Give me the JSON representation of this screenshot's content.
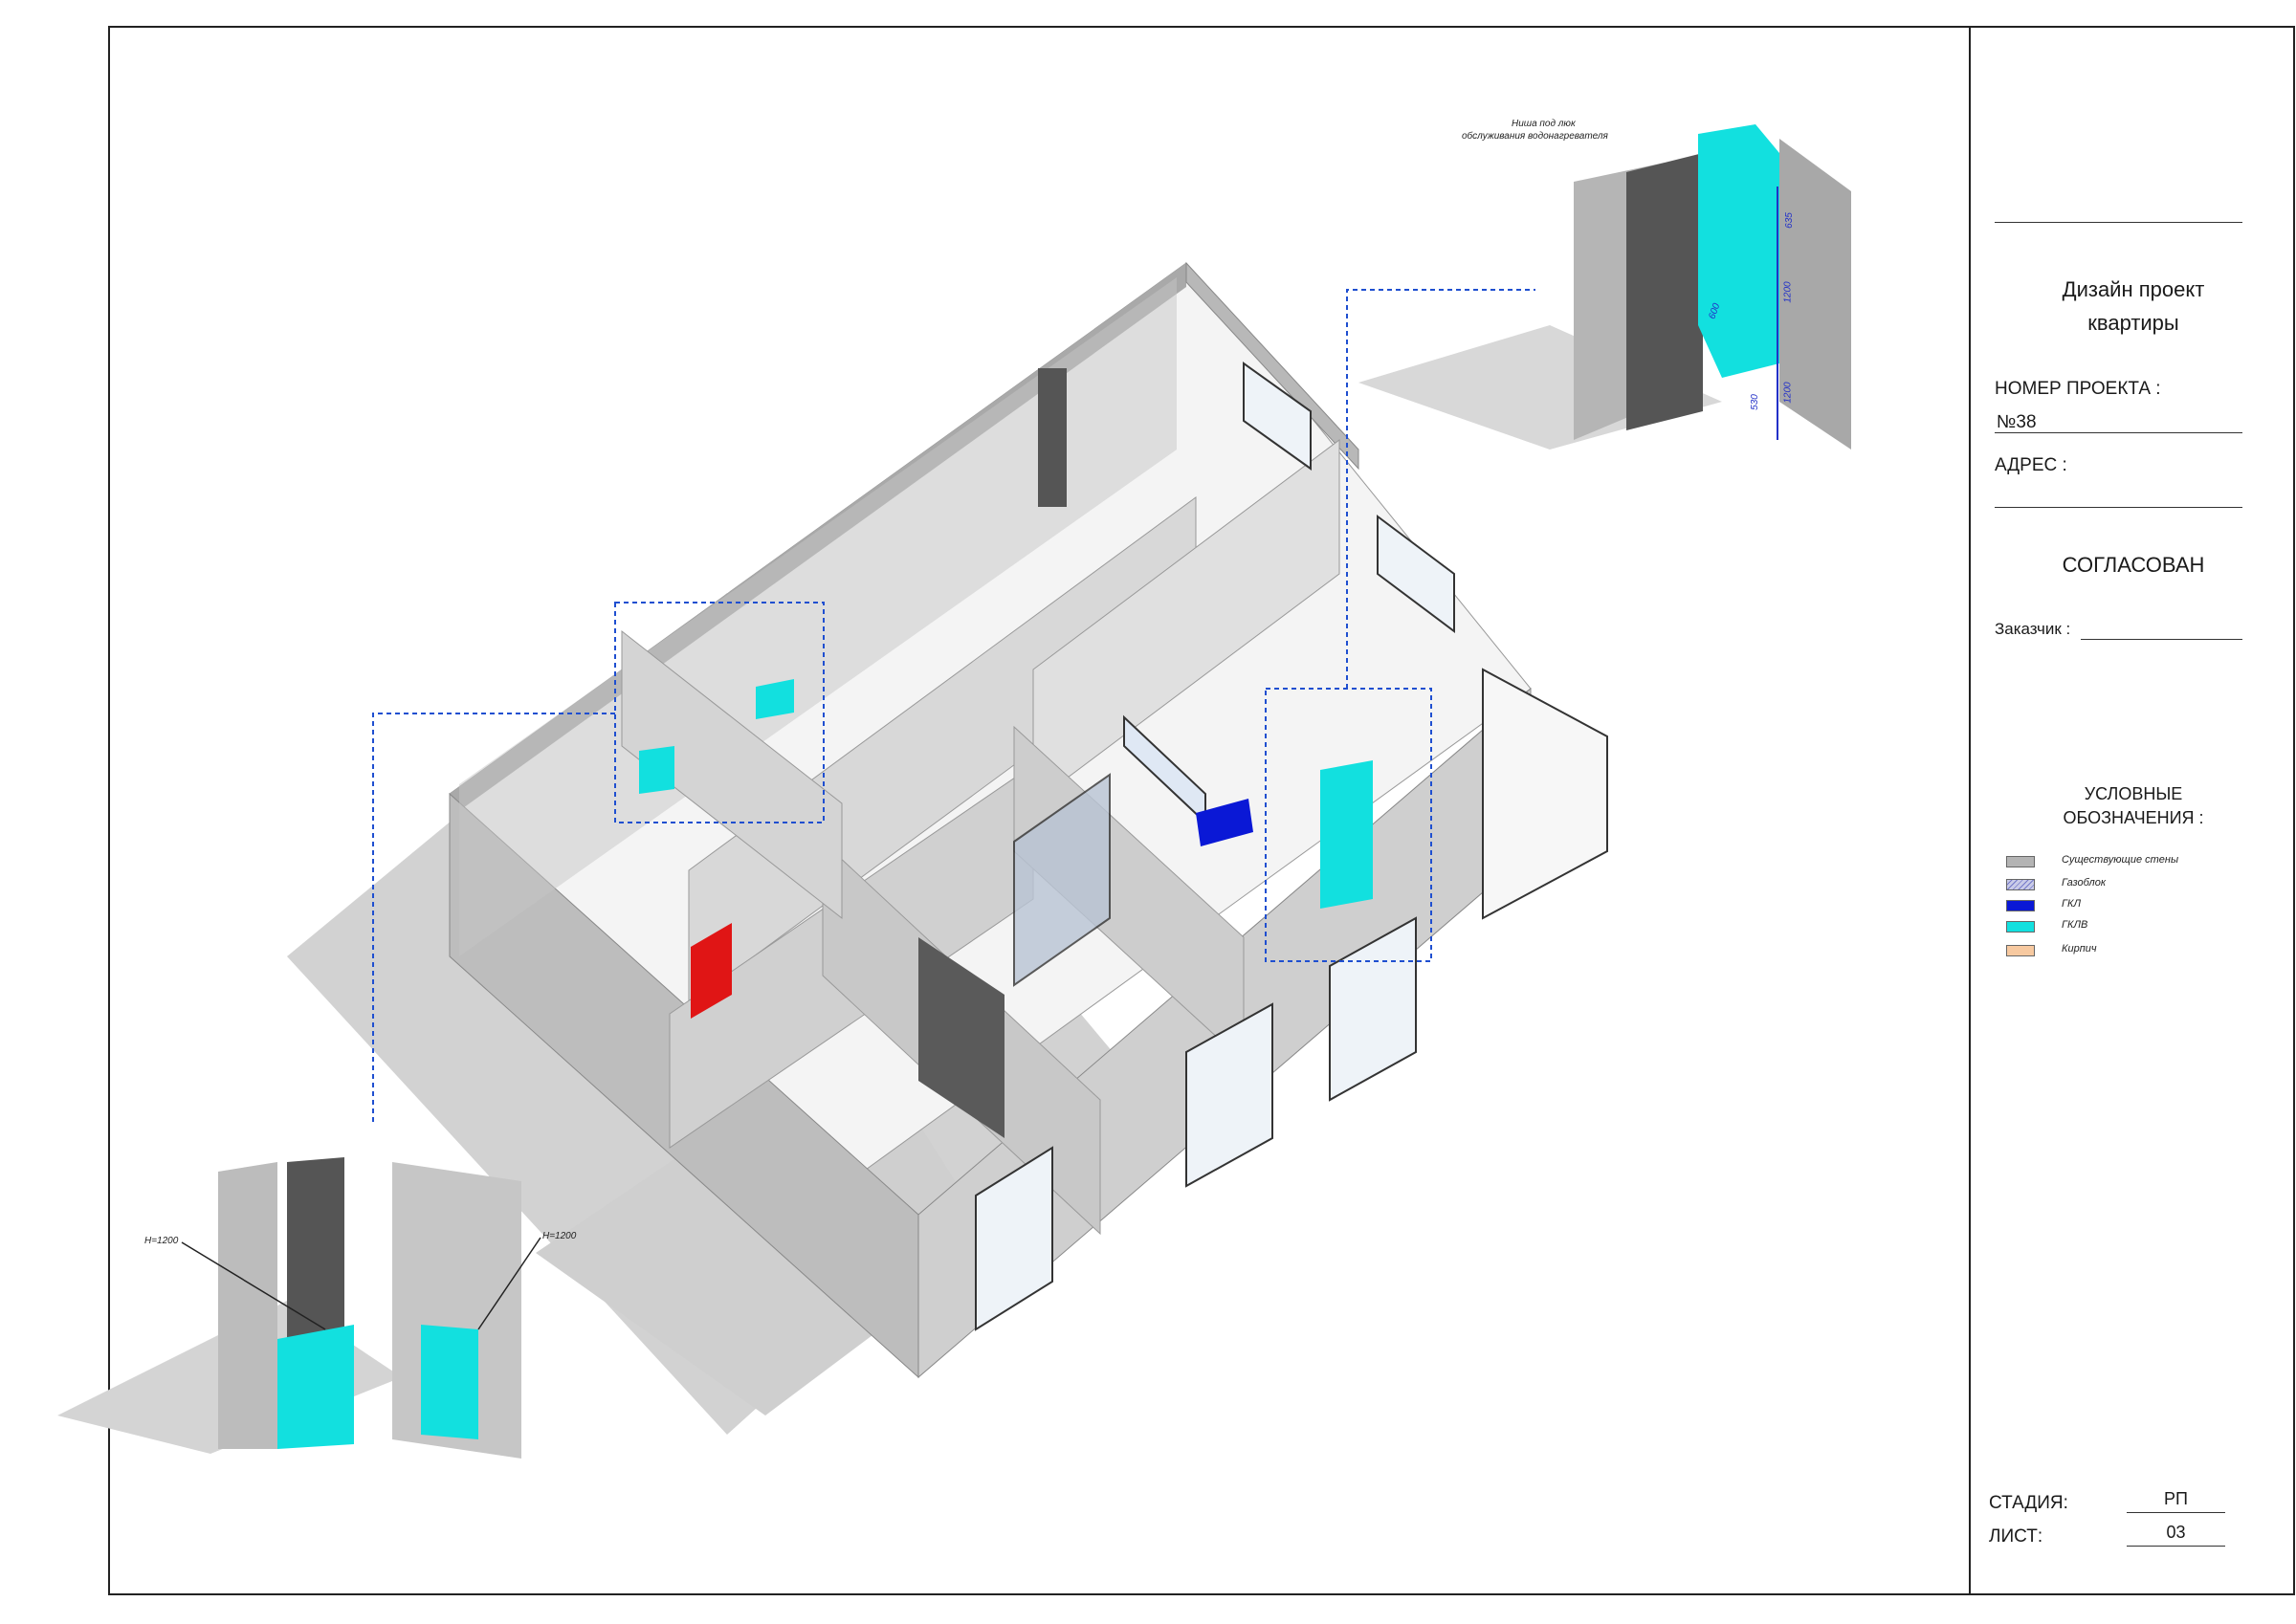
{
  "title_block": {
    "project_title_line1": "Дизайн проект",
    "project_title_line2": "квартиры",
    "project_number_label": "НОМЕР ПРОЕКТА :",
    "project_number_value": "№38",
    "address_label": "АДРЕС :",
    "approved_label": "СОГЛАСОВАН",
    "customer_label": "Заказчик :",
    "stage_label": "СТАДИЯ:",
    "stage_value": "РП",
    "sheet_label": "ЛИСТ:",
    "sheet_value": "03"
  },
  "legend": {
    "title_line1": "УСЛОВНЫЕ",
    "title_line2": "ОБОЗНАЧЕНИЯ :",
    "items": [
      {
        "label": "Существующие стены",
        "color": "#b4b4b4"
      },
      {
        "label": "Газоблок",
        "color": "#c9cbe8"
      },
      {
        "label": "ГКЛ",
        "color": "#0a18d6"
      },
      {
        "label": "ГКЛВ",
        "color": "#12e0df"
      },
      {
        "label": "Кирпич",
        "color": "#f7c9a0"
      }
    ]
  },
  "callouts": {
    "niche_note_line1": "Ниша под люк",
    "niche_note_line2": "обслуживания водонагревателя",
    "dim_635": "635",
    "dim_1200_a": "1200",
    "dim_1200_b": "1200",
    "dim_600": "600",
    "dim_530": "530",
    "h_left": "H=1200",
    "h_right": "H=1200"
  },
  "colors": {
    "existing_wall": "#b4b4b4",
    "wall_dark": "#5a5a5a",
    "floor": "#f2f2f2",
    "gklv": "#12e0df",
    "gkl": "#0a18d6",
    "door_red": "#e01515",
    "callout_blue": "#1f4fd0"
  }
}
